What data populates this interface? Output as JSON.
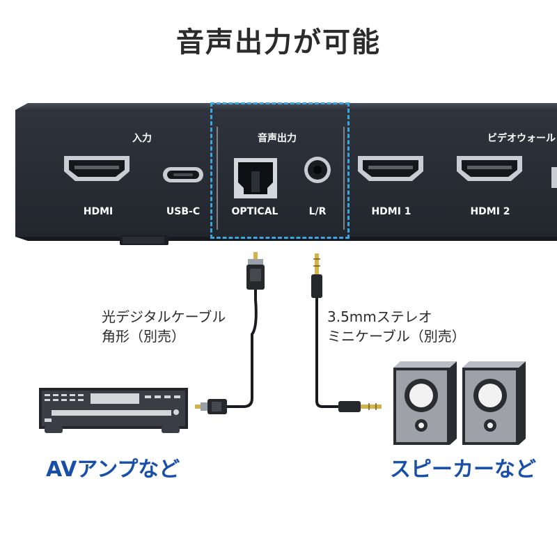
{
  "title": "音声出力が可能",
  "device": {
    "sections": {
      "input": "入力",
      "audio_out": "音声出力",
      "video_wall": "ビデオウォール"
    },
    "ports": {
      "hdmi_in": "HDMI",
      "usb_c": "USB-C",
      "optical": "OPTICAL",
      "lr": "L/R",
      "hdmi1": "HDMI 1",
      "hdmi2": "HDMI 2"
    }
  },
  "cables": {
    "optical_line1": "光デジタルケーブル",
    "optical_line2": "角形（別売）",
    "mini_line1": "3.5mmステレオ",
    "mini_line2": "ミニケーブル（別売）"
  },
  "targets": {
    "av_amp": "AVアンプなど",
    "speaker": "スピーカーなど"
  },
  "colors": {
    "device_body": "#262a33",
    "highlight": "#3aa6e0",
    "target_label": "#1a4fa8"
  }
}
